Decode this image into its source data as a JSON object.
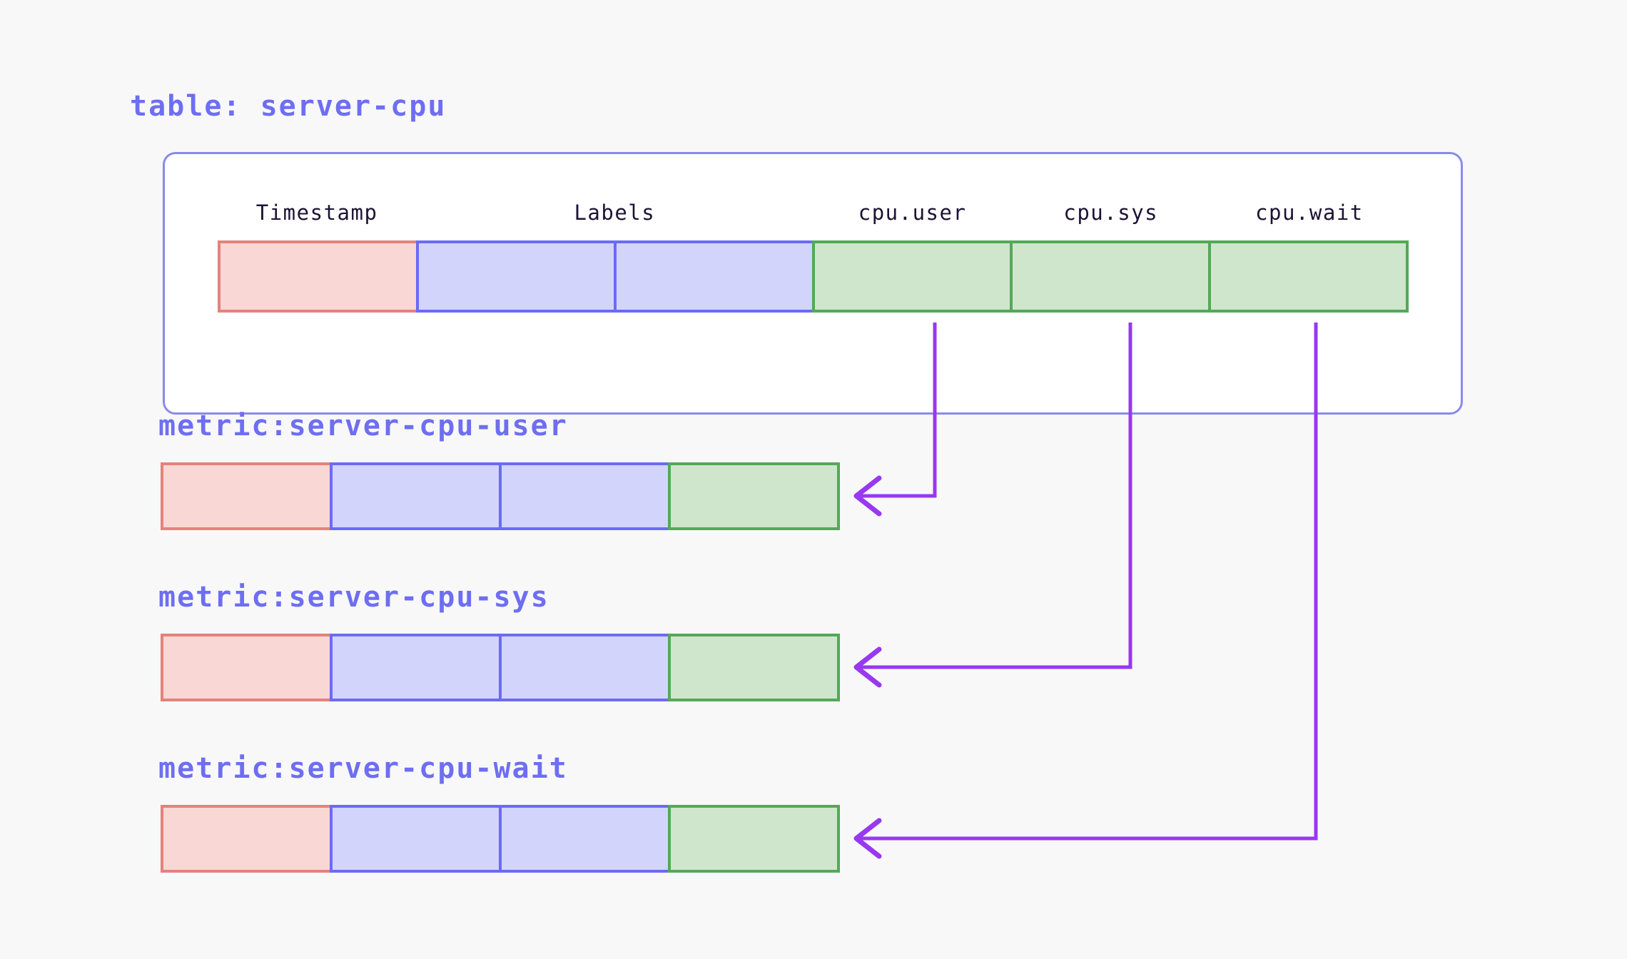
{
  "diagram": {
    "title": "table: server-cpu",
    "table": {
      "columns": [
        {
          "label": "Timestamp",
          "kind": "timestamp",
          "cells": 1
        },
        {
          "label": "Labels",
          "kind": "labels",
          "cells": 2
        },
        {
          "label": "cpu.user",
          "kind": "value",
          "cells": 1
        },
        {
          "label": "cpu.sys",
          "kind": "value",
          "cells": 1
        },
        {
          "label": "cpu.wait",
          "kind": "value",
          "cells": 1
        }
      ]
    },
    "metrics": [
      {
        "label": "metric:server-cpu-user",
        "source_column": "cpu.user",
        "row_cells": [
          "timestamp",
          "labels",
          "labels",
          "value"
        ]
      },
      {
        "label": "metric:server-cpu-sys",
        "source_column": "cpu.sys",
        "row_cells": [
          "timestamp",
          "labels",
          "labels",
          "value"
        ]
      },
      {
        "label": "metric:server-cpu-wait",
        "source_column": "cpu.wait",
        "row_cells": [
          "timestamp",
          "labels",
          "labels",
          "value"
        ]
      }
    ],
    "colors": {
      "background": "#f8f8f9",
      "accent_text": "#6e6ef2",
      "header_text": "#1c1333",
      "container_border": "#8a8aec",
      "container_fill": "#ffffff",
      "timestamp_fill": "#f8d7d4",
      "timestamp_border": "#e4827c",
      "labels_fill": "#d3d4fb",
      "labels_border": "#6b6bf5",
      "value_fill": "#cfe6cd",
      "value_border": "#53a957",
      "arrow": "#9838f0"
    }
  }
}
